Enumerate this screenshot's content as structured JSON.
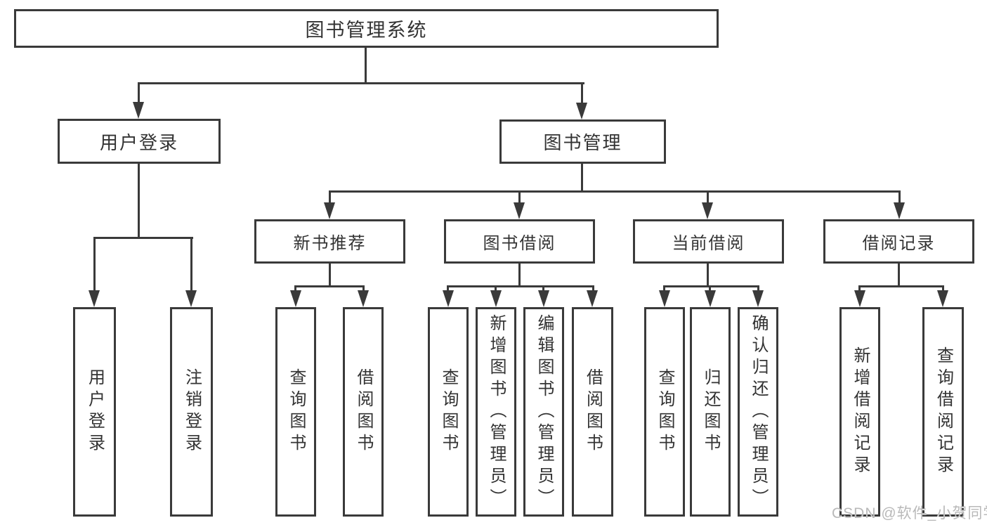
{
  "nodes": {
    "root": {
      "label": "图书管理系统"
    },
    "user_login": {
      "label": "用户登录"
    },
    "book_mgmt": {
      "label": "图书管理"
    },
    "new_book_rec": {
      "label": "新书推荐"
    },
    "book_borrow": {
      "label": "图书借阅"
    },
    "current_borrow": {
      "label": "当前借阅"
    },
    "borrow_record": {
      "label": "借阅记录"
    },
    "leaf_user_login": {
      "label": "用户登录"
    },
    "leaf_logout": {
      "label": "注销登录"
    },
    "leaf_rec_query": {
      "label": "查询图书"
    },
    "leaf_rec_borrow": {
      "label": "借阅图书"
    },
    "leaf_bb_query": {
      "label": "查询图书"
    },
    "leaf_bb_add": {
      "label": "新增图书（管理员）"
    },
    "leaf_bb_edit": {
      "label": "编辑图书（管理员）"
    },
    "leaf_bb_borrow": {
      "label": "借阅图书"
    },
    "leaf_cb_query": {
      "label": "查询图书"
    },
    "leaf_cb_return": {
      "label": "归还图书"
    },
    "leaf_cb_confirm": {
      "label": "确认归还（管理员）"
    },
    "leaf_br_add": {
      "label": "新增借阅记录"
    },
    "leaf_br_query": {
      "label": "查询借阅记录"
    }
  },
  "edges": [
    {
      "from": "图书管理系统",
      "to": "用户登录"
    },
    {
      "from": "图书管理系统",
      "to": "图书管理"
    },
    {
      "from": "用户登录",
      "to": "用户登录"
    },
    {
      "from": "用户登录",
      "to": "注销登录"
    },
    {
      "from": "图书管理",
      "to": "新书推荐"
    },
    {
      "from": "图书管理",
      "to": "图书借阅"
    },
    {
      "from": "图书管理",
      "to": "当前借阅"
    },
    {
      "from": "图书管理",
      "to": "借阅记录"
    },
    {
      "from": "新书推荐",
      "to": "查询图书"
    },
    {
      "from": "新书推荐",
      "to": "借阅图书"
    },
    {
      "from": "图书借阅",
      "to": "查询图书"
    },
    {
      "from": "图书借阅",
      "to": "新增图书（管理员）"
    },
    {
      "from": "图书借阅",
      "to": "编辑图书（管理员）"
    },
    {
      "from": "图书借阅",
      "to": "借阅图书"
    },
    {
      "from": "当前借阅",
      "to": "查询图书"
    },
    {
      "from": "当前借阅",
      "to": "归还图书"
    },
    {
      "from": "当前借阅",
      "to": "确认归还（管理员）"
    },
    {
      "from": "借阅记录",
      "to": "新增借阅记录"
    },
    {
      "from": "借阅记录",
      "to": "查询借阅记录"
    }
  ],
  "watermark": {
    "text": "CSDN @软件_小贺同学"
  },
  "colors": {
    "line": "#3a3a3a",
    "box_background": "#ffffff",
    "page_background": "#ffffff",
    "text": "#333333",
    "watermark": "#b9b9b9"
  }
}
